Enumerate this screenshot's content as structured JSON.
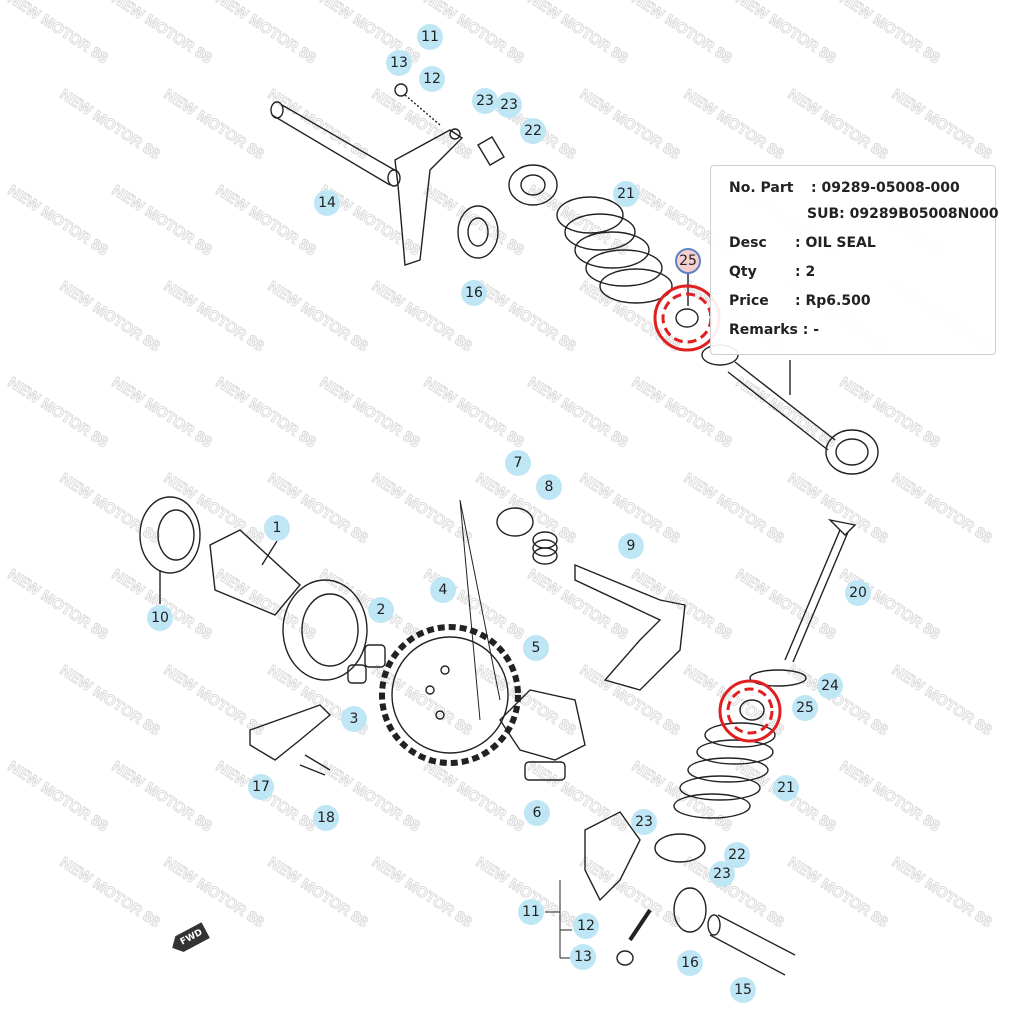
{
  "watermark": "NEW MOTOR 88",
  "callouts": [
    "11",
    "13",
    "12",
    "23",
    "23",
    "22",
    "21",
    "14",
    "16",
    "25",
    "7",
    "8",
    "9",
    "1",
    "10",
    "2",
    "4",
    "5",
    "20",
    "24",
    "25",
    "3",
    "17",
    "18",
    "6",
    "21",
    "23",
    "22",
    "23",
    "11",
    "12",
    "13",
    "16",
    "15"
  ],
  "selected_callout": "25",
  "tooltip": {
    "no_part_label": "No. Part",
    "no_part_value": ": 09289-05008-000",
    "sub_value": "SUB: 09289B05008N000",
    "desc_label": "Desc",
    "desc_value": ": OIL SEAL",
    "qty_label": "Qty",
    "qty_value": ": 2",
    "price_label": "Price",
    "price_value": ": Rp6.500",
    "remarks_label": "Remarks",
    "remarks_value": ": -"
  },
  "fwd_label": "FWD",
  "highlight_color": "#e02020"
}
